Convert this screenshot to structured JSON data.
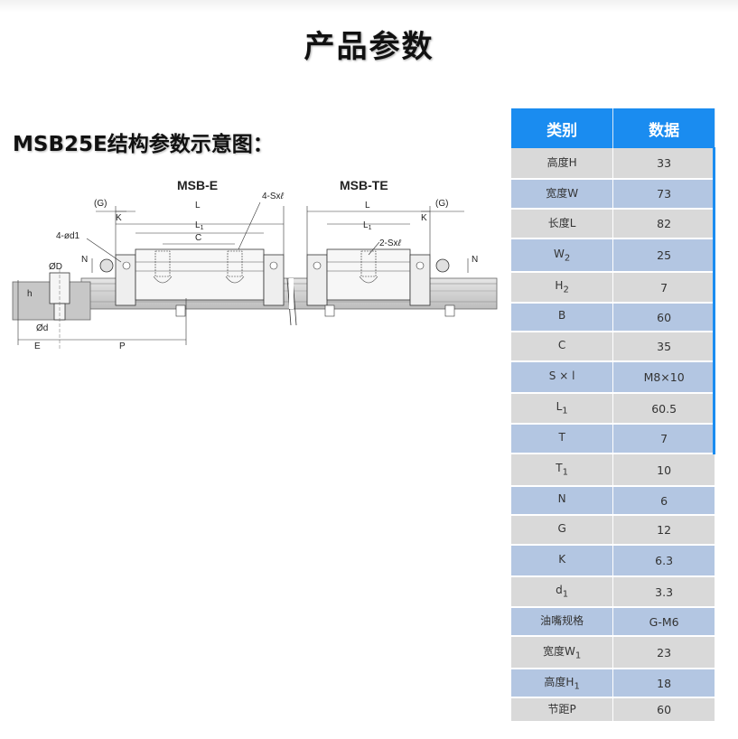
{
  "header": {
    "title": "产品参数"
  },
  "section": {
    "title": "MSB25E结构参数示意图："
  },
  "diagram": {
    "left_model": "MSB-E",
    "right_model": "MSB-TE",
    "labels": {
      "G": "(G)",
      "K": "K",
      "L": "L",
      "L1": "L",
      "L1_sub": "1",
      "C": "C",
      "sx_left": "4-Sx",
      "sx_right": "2-Sx",
      "ell": "ℓ",
      "od1": "4-ød1",
      "N": "N",
      "OD": "ØD",
      "h": "h",
      "Od": "Ød",
      "E": "E",
      "P": "P"
    }
  },
  "table": {
    "headers": [
      "类别",
      "数据"
    ],
    "rows": [
      {
        "key": "高度H",
        "sub": "",
        "value": "33"
      },
      {
        "key": "宽度W",
        "sub": "",
        "value": "73"
      },
      {
        "key": "长度L",
        "sub": "",
        "value": "82"
      },
      {
        "key": "W",
        "sub": "2",
        "value": "25"
      },
      {
        "key": "H",
        "sub": "2",
        "value": "7"
      },
      {
        "key": "B",
        "sub": "",
        "value": "60"
      },
      {
        "key": "C",
        "sub": "",
        "value": "35"
      },
      {
        "key": "S × l",
        "sub": "",
        "value": "M8×10"
      },
      {
        "key": "L",
        "sub": "1",
        "value": "60.5"
      },
      {
        "key": "T",
        "sub": "",
        "value": "7"
      },
      {
        "key": "T",
        "sub": "1",
        "value": "10"
      },
      {
        "key": "N",
        "sub": "",
        "value": "6"
      },
      {
        "key": "G",
        "sub": "",
        "value": "12"
      },
      {
        "key": "K",
        "sub": "",
        "value": "6.3"
      },
      {
        "key": "d",
        "sub": "1",
        "value": "3.3"
      },
      {
        "key": "油嘴规格",
        "sub": "",
        "value": "G-M6"
      },
      {
        "key": "宽度W",
        "sub": "1",
        "value": "23"
      },
      {
        "key": "高度H",
        "sub": "1",
        "value": "18"
      },
      {
        "key": "节距P",
        "sub": "",
        "value": "60"
      }
    ]
  },
  "colors": {
    "header_bg": "#1a8cf0",
    "row_gray": "#d9d9d9",
    "row_blue": "#b3c6e2",
    "text": "#333333"
  }
}
